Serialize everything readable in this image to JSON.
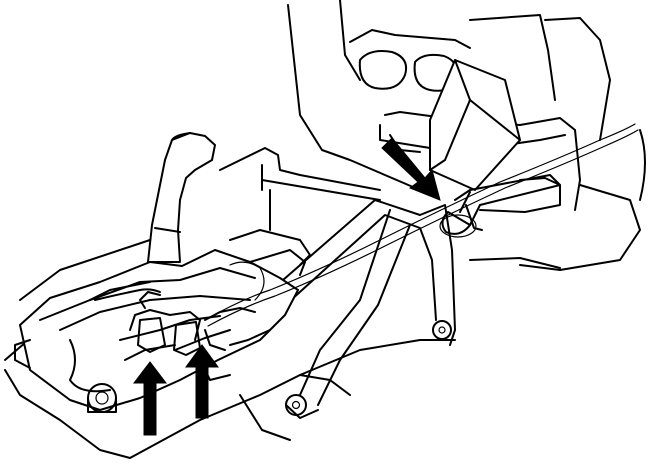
{
  "figure": {
    "subject": "shift-lever-cable-diagram",
    "colors": {
      "line": "#000000",
      "background": "#ffffff"
    },
    "callouts": [
      {
        "id": "arrow-upper",
        "points_to": "cable-bracket-clip"
      },
      {
        "id": "arrow-lower-left",
        "points_to": "cable-end-pin"
      },
      {
        "id": "arrow-lower-right",
        "points_to": "cable-lock-clip"
      }
    ]
  }
}
